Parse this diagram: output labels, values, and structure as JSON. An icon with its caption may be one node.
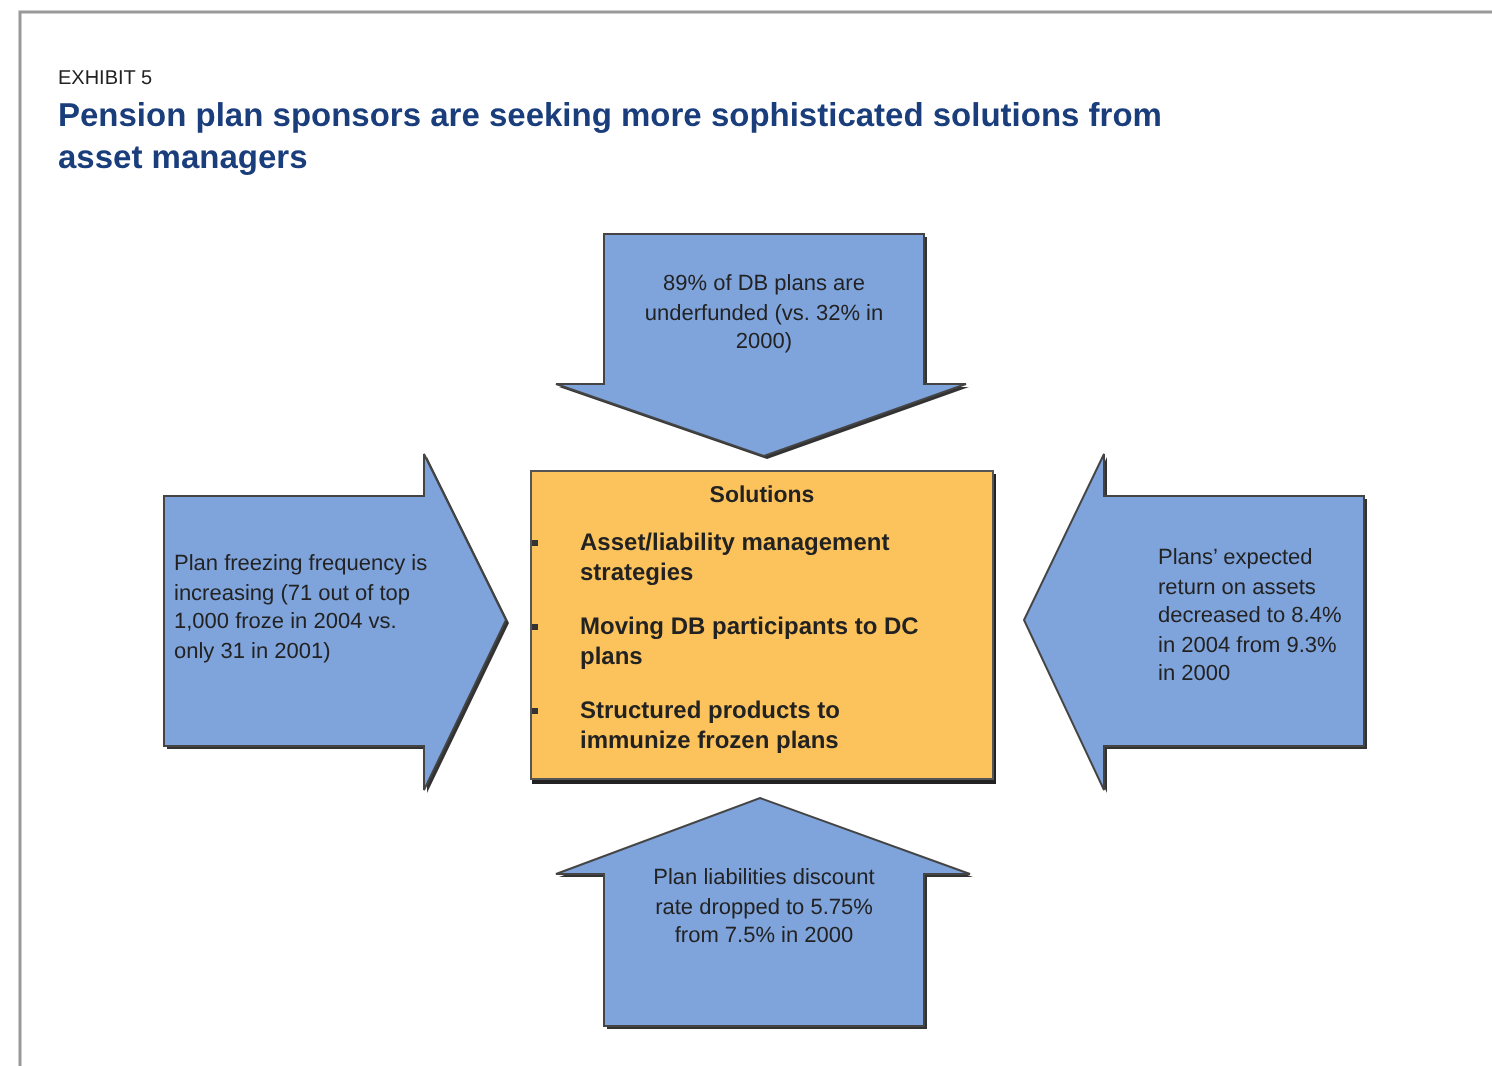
{
  "diagram": {
    "title": "Pension plan sponsors are seeking more sophisticated solutions from asset managers",
    "nodes": [
      {
        "text": [
          "89% of DB plans are underfunded (vs. 32% in 2000)"
        ]
      },
      {
        "text": [
          "Plan freezing frequency is increasing (71 out of top 1,000 froze in 2004 vs. only 31 in 2001)"
        ]
      },
      {
        "text": [
          "Solutions",
          "Asset/liability management strategies",
          "Moving DB participants to DC plans",
          "Structured products to immunize frozen plans"
        ]
      },
      {
        "text": [
          "Plans’ expected return on assets decreased to 8.4% in 2004 from 9.3% in 2000"
        ]
      },
      {
        "text": [
          "Plan liabilities discount rate dropped to 5.75% from 7.5% in 2000"
        ]
      }
    ],
    "labels": [
      "EXHIBIT 5"
    ]
  }
}
